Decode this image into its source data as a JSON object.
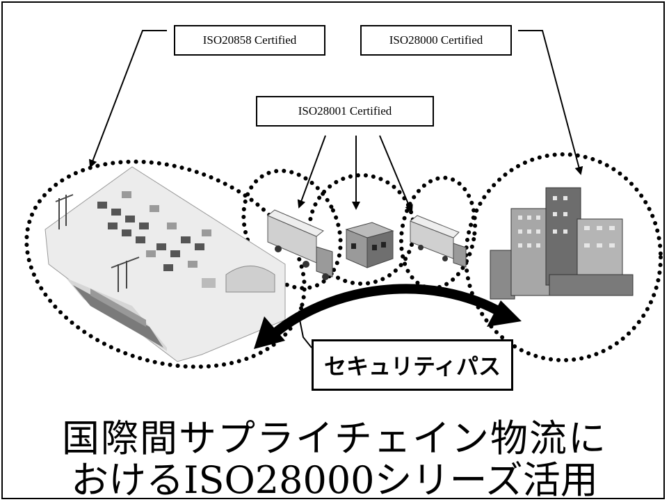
{
  "certifications": {
    "iso20858": "ISO20858 Certified",
    "iso28000": "ISO28000 Certified",
    "iso28001": "ISO28001 Certified"
  },
  "security_path_label": "セキュリティパス",
  "title": {
    "line1": "国際間サプライチェイン物流に",
    "line2": "おけるISO28000シリーズ活用"
  },
  "icons": [
    "port-illustration",
    "truck-icon",
    "warehouse-icon",
    "office-buildings-icon"
  ],
  "colors": {
    "ink": "#000000",
    "background": "#ffffff"
  }
}
